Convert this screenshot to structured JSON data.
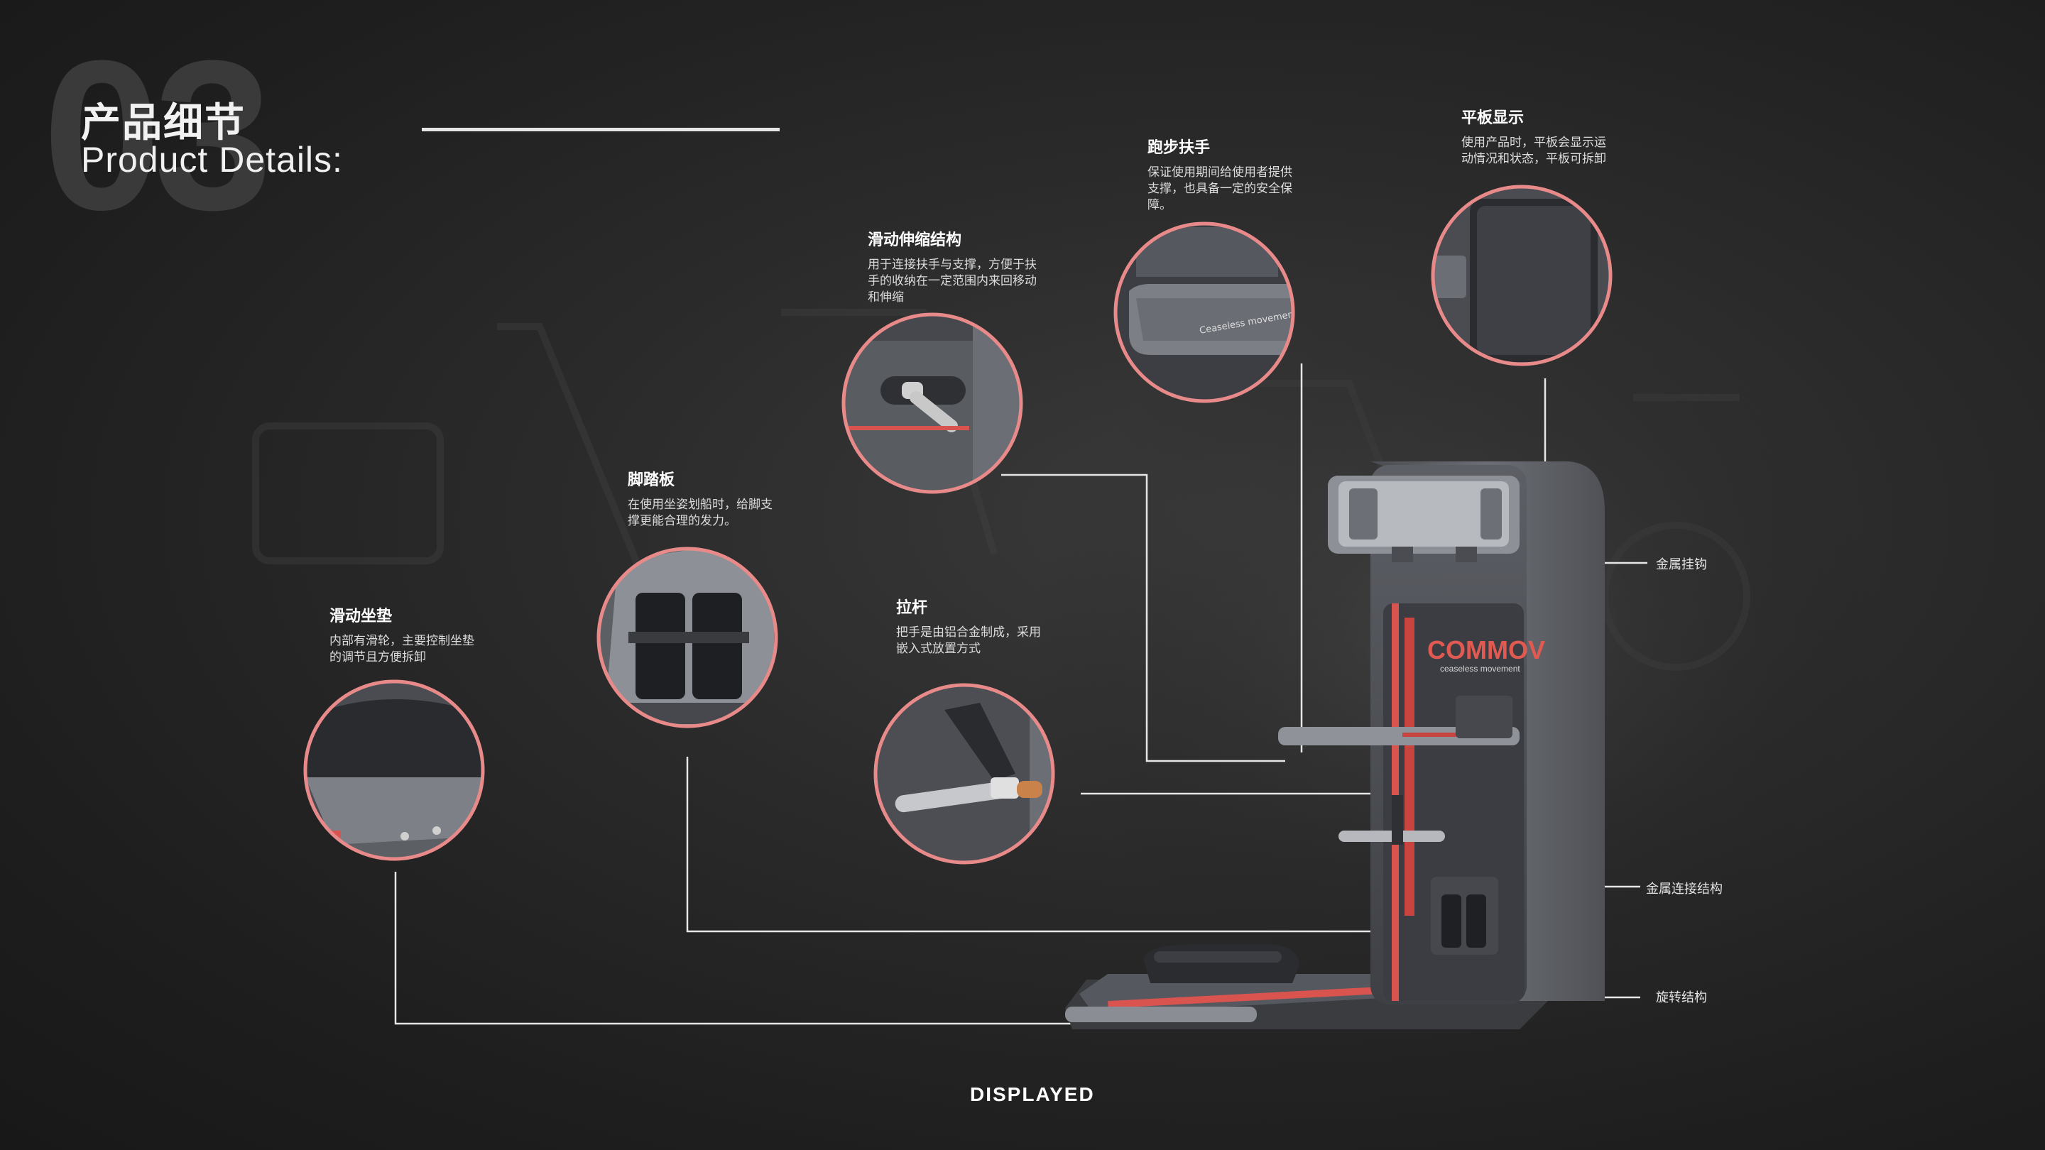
{
  "header": {
    "section_number": "03",
    "title_cn": "产品细节",
    "title_en": "Product Details:"
  },
  "callouts": [
    {
      "title": "滑动坐垫",
      "desc": "内部有滑轮，主要控制坐垫的调节且方便拆卸"
    },
    {
      "title": "脚踏板",
      "desc": "在使用坐姿划船时，给脚支撑更能合理的发力。"
    },
    {
      "title": "滑动伸缩结构",
      "desc": "用于连接扶手与支撑，方便于扶手的收纳在一定范围内来回移动和伸缩"
    },
    {
      "title": "拉杆",
      "desc": "把手是由铝合金制成，采用嵌入式放置方式"
    },
    {
      "title": "跑步扶手",
      "desc": "保证使用期间给使用者提供支撑，也具备一定的安全保障。"
    },
    {
      "title": "平板显示",
      "desc": "使用产品时，平板会显示运动情况和状态，平板可拆卸"
    }
  ],
  "side_labels": {
    "metal_hook": "金属挂钩",
    "metal_connection": "金属连接结构",
    "rotation_structure": "旋转结构"
  },
  "product": {
    "brand_logo": "COMMOV",
    "brand_tagline": "ceaseless movement",
    "handle_text": "Ceaseless movement"
  },
  "footer": {
    "label": "DISPLAYED"
  },
  "colors": {
    "accent_pink": "#e88a8a",
    "accent_red": "#d9534f",
    "machine_grey": "#5a5d63",
    "line_white": "#e6e6e6"
  }
}
